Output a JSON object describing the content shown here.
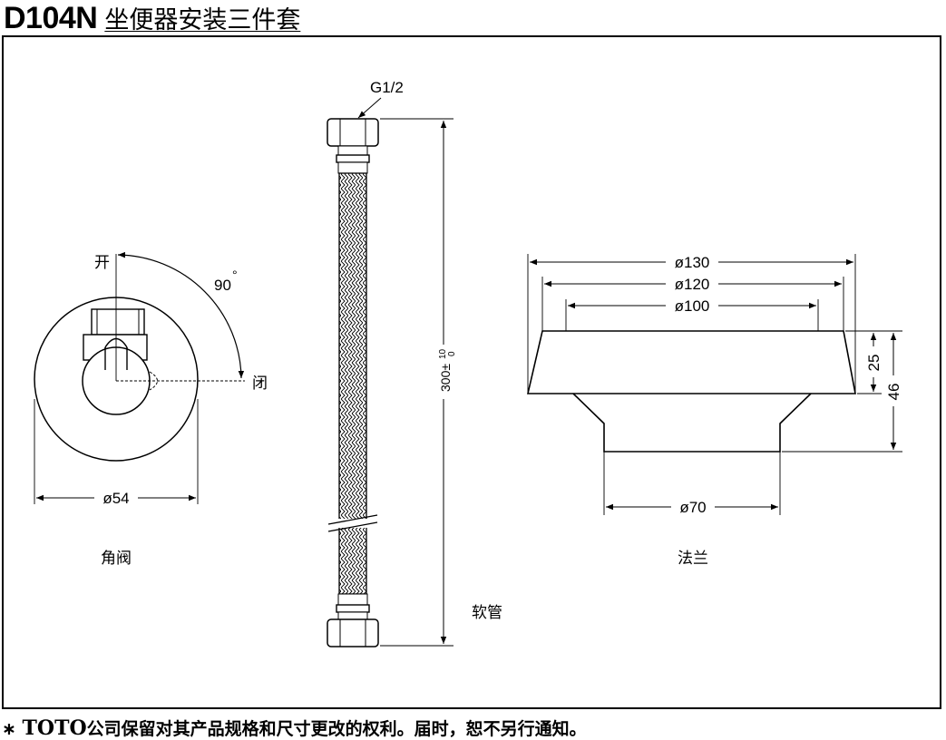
{
  "header": {
    "model": "D104N",
    "name": "坐便器安装三件套"
  },
  "angle_valve": {
    "open_label": "开",
    "close_label": "闭",
    "angle": "90",
    "degree": "°",
    "diameter": "ø54",
    "caption": "角阀"
  },
  "hose": {
    "thread": "G1/2",
    "length": "300±",
    "tol_upper": "10",
    "tol_lower": "0",
    "caption": "软管"
  },
  "flange": {
    "d1": "ø130",
    "d2": "ø120",
    "d3": "ø100",
    "d4": "ø70",
    "h1": "25",
    "h2": "46",
    "caption": "法兰"
  },
  "footer": {
    "mark": "∗",
    "brand": "TOTO",
    "notice": "公司保留对其产品规格和尺寸更改的权利。届时，恕不另行通知。"
  }
}
